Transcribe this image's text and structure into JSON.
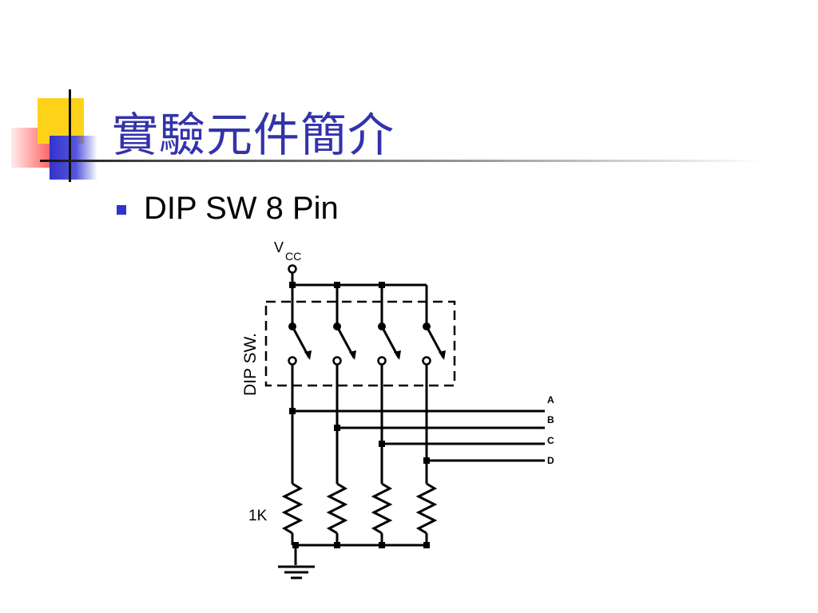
{
  "slide": {
    "title": "實驗元件簡介",
    "bullets": [
      {
        "text": "DIP SW 8 Pin"
      }
    ]
  },
  "diagram": {
    "vcc_label": "V",
    "vcc_subscript": "CC",
    "switch_label": "DIP SW.",
    "resistor_label": "1K",
    "outputs": [
      "A",
      "B",
      "C",
      "D"
    ]
  },
  "colors": {
    "title": "#3333aa",
    "bullet": "#3333cc",
    "accent_yellow": "#ffd21a",
    "accent_red": "#ff3030"
  }
}
